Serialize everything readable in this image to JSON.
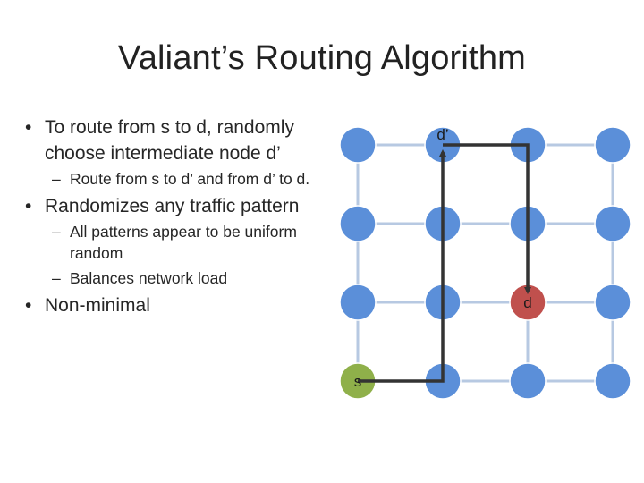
{
  "slide": {
    "title": "Valiant’s Routing Algorithm",
    "bullets": [
      {
        "level": 1,
        "text": "To route from s to d, randomly choose intermediate node d’"
      },
      {
        "level": 2,
        "text": "Route from s to d’ and from d’ to d."
      },
      {
        "level": 1,
        "text": "Randomizes any traffic pattern"
      },
      {
        "level": 2,
        "text": "All patterns appear to be uniform random"
      },
      {
        "level": 2,
        "text": "Balances network load"
      },
      {
        "level": 1,
        "text": "Non-minimal"
      }
    ]
  },
  "diagram": {
    "grid": {
      "rows": 4,
      "cols": 4
    },
    "node_labels": {
      "source": "s",
      "intermediate": "d’",
      "destination": "d"
    },
    "colors": {
      "node": "#5b8fd9",
      "source": "#8fb04a",
      "destination": "#c0504d",
      "link": "#b7c9e2",
      "path": "#333333"
    }
  }
}
